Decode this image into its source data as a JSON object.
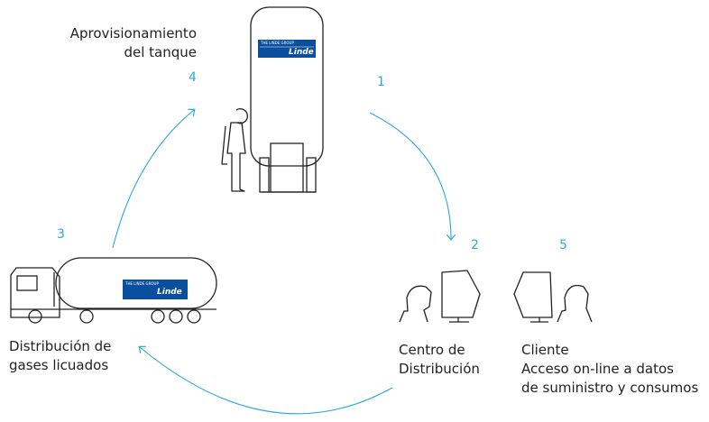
{
  "steps": {
    "s1": {
      "number": "1"
    },
    "s2": {
      "number": "2",
      "label_line1": "Centro de",
      "label_line2": "Distribución"
    },
    "s3": {
      "number": "3",
      "label_line1": "Distribución de",
      "label_line2": "gases licuados"
    },
    "s4": {
      "number": "4",
      "label_line1": "Aprovisionamiento",
      "label_line2": "del tanque"
    },
    "s5": {
      "number": "5",
      "label_line1": "Cliente",
      "label_line2": "Acceso on-line a datos",
      "label_line3": "de suministro y consumos"
    }
  },
  "brand": {
    "group": "THE LINDE GROUP",
    "logo_text": "Linde"
  },
  "colors": {
    "accent": "#2aa9d8",
    "brand_blue": "#0a4f9e",
    "stroke": "#222222"
  }
}
